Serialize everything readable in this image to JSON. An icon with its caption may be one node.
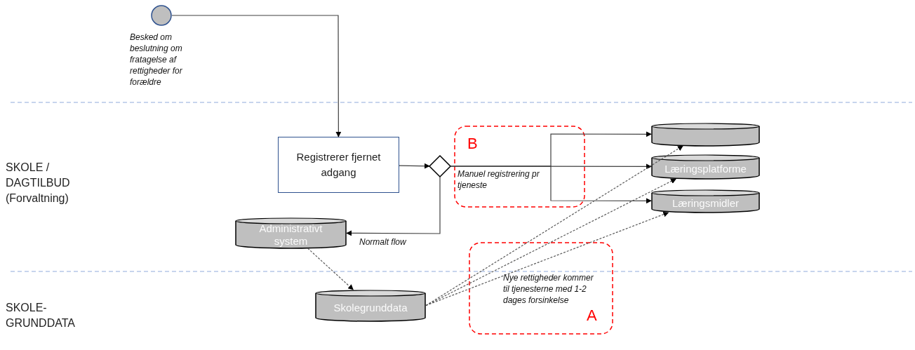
{
  "diagram": {
    "nodes": [
      {
        "text": [],
        "shape": "circle",
        "beside": [
          "Besked om beslutning om fratagelse af rettigheder for forældre"
        ]
      },
      {
        "text": [
          "Registrerer fjernet adgang"
        ]
      },
      {
        "text": [],
        "shape": "diamond"
      },
      {
        "text": [],
        "shape": "cylinder"
      },
      {
        "text": [
          "Læringsplatforme"
        ]
      },
      {
        "text": [
          "Læringsmidler"
        ]
      },
      {
        "text": [
          "Administrativt system"
        ]
      },
      {
        "text": [
          "Skolegrunddata"
        ]
      }
    ],
    "edges": [
      {
        "from": 0,
        "to": 1,
        "arrow": "to"
      },
      {
        "from": 1,
        "to": 2,
        "arrow": "to"
      },
      {
        "from": 2,
        "to": 3,
        "arrow": "to"
      },
      {
        "from": 2,
        "to": 4,
        "arrow": "to",
        "label": "Manuel registrering pr tjeneste"
      },
      {
        "from": 2,
        "to": 5,
        "arrow": "to"
      },
      {
        "from": 2,
        "to": 6,
        "arrow": "to",
        "label": "Normalt flow"
      },
      {
        "from": 6,
        "to": 7,
        "arrow": "to",
        "style": "dashed"
      },
      {
        "from": 7,
        "to": 3,
        "arrow": "to",
        "style": "dashed"
      },
      {
        "from": 7,
        "to": 4,
        "arrow": "to",
        "style": "dashed"
      },
      {
        "from": 7,
        "to": 5,
        "arrow": "to",
        "style": "dashed"
      }
    ],
    "labels": [
      "SKOLE / DAGTILBUD (Forvaltning)",
      "B",
      "Nye rettigheder kommer til tjenesterne med 1-2 dages forsinkelse",
      "A",
      "SKOLE-GRUNDDATA"
    ]
  }
}
